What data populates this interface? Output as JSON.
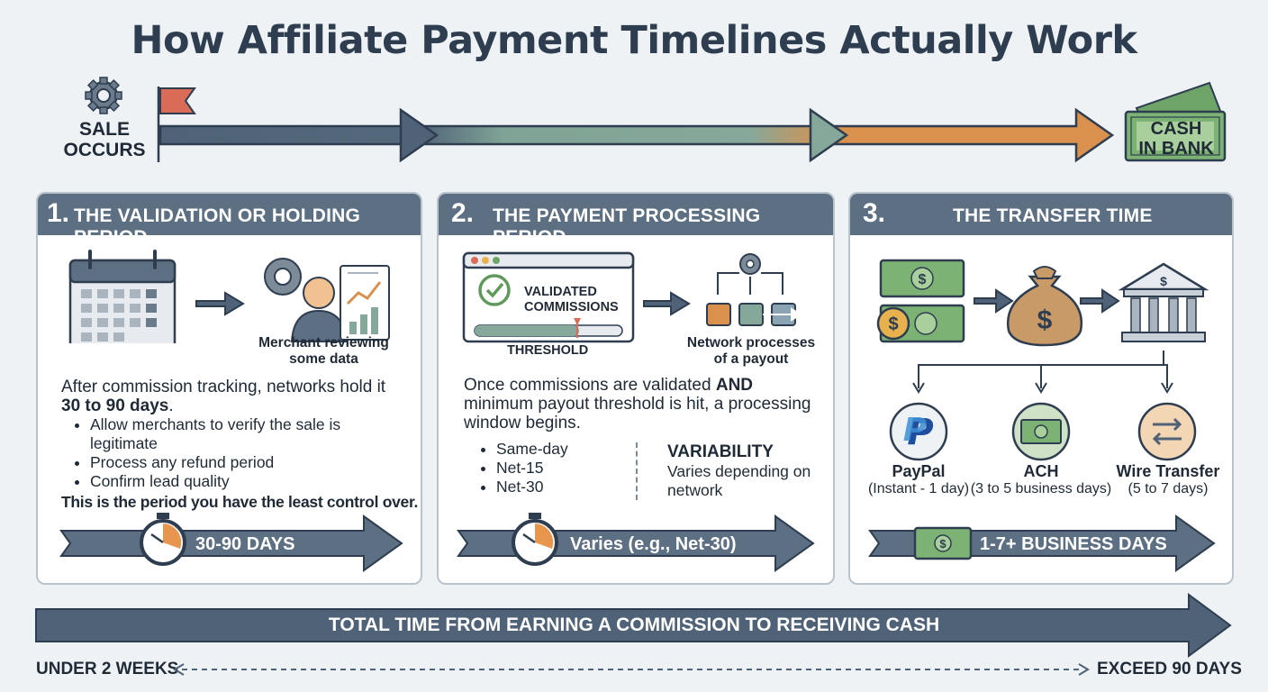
{
  "title": "How Affiliate Payment Timelines Actually Work",
  "timeline": {
    "start_label_line1": "SALE",
    "start_label_line2": "OCCURS",
    "end_label_line1": "CASH",
    "end_label_line2": "IN BANK"
  },
  "panels": [
    {
      "number": "1.",
      "title": "THE VALIDATION OR HOLDING PERIOD",
      "icon_caption_line1": "Merchant reviewing",
      "icon_caption_line2": "some data",
      "body_prefix": "After commission tracking, networks hold it ",
      "body_bold": "30 to 90 days",
      "body_suffix": ".",
      "bullets": [
        "Allow merchants to verify the sale is legitimate",
        "Process any refund period",
        "Confirm lead quality"
      ],
      "note": "This is the period you have the least control over.",
      "duration": "30-90 DAYS"
    },
    {
      "number": "2.",
      "title": "THE PAYMENT PROCESSING PERIOD",
      "screen_line1": "VALIDATED",
      "screen_line2": "COMMISSIONS",
      "threshold": "THRESHOLD",
      "icon_caption_line1": "Network processes",
      "icon_caption_line2": "of a payout",
      "body_prefix": "Once commissions are validated ",
      "body_bold": "AND",
      "body_suffix": " minimum payout threshold is hit, a processing window begins.",
      "bullets": [
        "Same-day",
        "Net-15",
        "Net-30"
      ],
      "variability_title": "VARIABILITY",
      "variability_text": "Varies depending on network",
      "duration": "Varies (e.g., Net-30)"
    },
    {
      "number": "3.",
      "title": "THE TRANSFER TIME",
      "methods": [
        {
          "name": "PayPal",
          "time": "(Instant - 1 day)"
        },
        {
          "name": "ACH",
          "time": "(3 to 5 business days)"
        },
        {
          "name": "Wire Transfer",
          "time": "(5 to 7 days)"
        }
      ],
      "duration": "1-7+ BUSINESS DAYS"
    }
  ],
  "total": {
    "label": "TOTAL TIME FROM EARNING A COMMISSION TO RECEIVING CASH",
    "min": "UNDER 2 WEEKS",
    "max": "EXCEED 90 DAYS"
  },
  "colors": {
    "slate": "#4f6277",
    "sage": "#86a89a",
    "orange": "#d9914d",
    "money_green": "#5f9a5a",
    "header": "#5d6f83"
  },
  "icons": [
    "gear-icon",
    "flag-icon",
    "cash-icon",
    "calendar-icon",
    "reviewer-icon",
    "chart-icon",
    "browser-window-icon",
    "check-icon",
    "network-icon",
    "money-bag-icon",
    "bank-icon",
    "paypal-icon",
    "ach-icon",
    "wire-transfer-icon",
    "stopwatch-icon"
  ]
}
